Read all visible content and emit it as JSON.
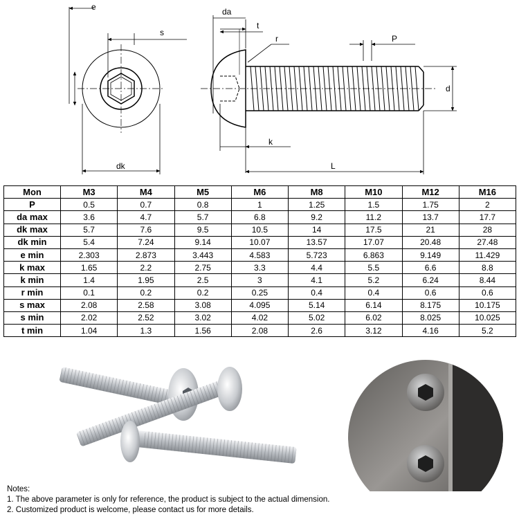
{
  "drawing": {
    "labels": {
      "e": "e",
      "s": "s",
      "dk": "dk",
      "da": "da",
      "t": "t",
      "r": "r",
      "p": "P",
      "d": "d",
      "k": "k",
      "L": "L"
    }
  },
  "table": {
    "header": [
      "Mon",
      "M3",
      "M4",
      "M5",
      "M6",
      "M8",
      "M10",
      "M12",
      "M16"
    ],
    "rows": [
      {
        "param": "P",
        "values": [
          "0.5",
          "0.7",
          "0.8",
          "1",
          "1.25",
          "1.5",
          "1.75",
          "2"
        ]
      },
      {
        "param": "da max",
        "values": [
          "3.6",
          "4.7",
          "5.7",
          "6.8",
          "9.2",
          "11.2",
          "13.7",
          "17.7"
        ]
      },
      {
        "param": "dk max",
        "values": [
          "5.7",
          "7.6",
          "9.5",
          "10.5",
          "14",
          "17.5",
          "21",
          "28"
        ]
      },
      {
        "param": "dk min",
        "values": [
          "5.4",
          "7.24",
          "9.14",
          "10.07",
          "13.57",
          "17.07",
          "20.48",
          "27.48"
        ]
      },
      {
        "param": "e min",
        "values": [
          "2.303",
          "2.873",
          "3.443",
          "4.583",
          "5.723",
          "6.863",
          "9.149",
          "11.429"
        ]
      },
      {
        "param": "k max",
        "values": [
          "1.65",
          "2.2",
          "2.75",
          "3.3",
          "4.4",
          "5.5",
          "6.6",
          "8.8"
        ]
      },
      {
        "param": "k min",
        "values": [
          "1.4",
          "1.95",
          "2.5",
          "3",
          "4.1",
          "5.2",
          "6.24",
          "8.44"
        ]
      },
      {
        "param": "r min",
        "values": [
          "0.1",
          "0.2",
          "0.2",
          "0.25",
          "0.4",
          "0.4",
          "0.6",
          "0.6"
        ]
      },
      {
        "param": "s max",
        "values": [
          "2.08",
          "2.58",
          "3.08",
          "4.095",
          "5.14",
          "6.14",
          "8.175",
          "10.175"
        ]
      },
      {
        "param": "s min",
        "values": [
          "2.02",
          "2.52",
          "3.02",
          "4.02",
          "5.02",
          "6.02",
          "8.025",
          "10.025"
        ]
      },
      {
        "param": "t min",
        "values": [
          "1.04",
          "1.3",
          "1.56",
          "2.08",
          "2.6",
          "3.12",
          "4.16",
          "5.2"
        ]
      }
    ]
  },
  "notes": {
    "title": "Notes:",
    "lines": [
      "1. The above parameter is only for reference, the product is subject to the actual dimension.",
      "2. Customized product is welcome, please contact us for more details."
    ]
  },
  "colors": {
    "steel": "#c9ccd0",
    "steel_dark": "#8a8e93",
    "plate": "#7d7b78"
  }
}
